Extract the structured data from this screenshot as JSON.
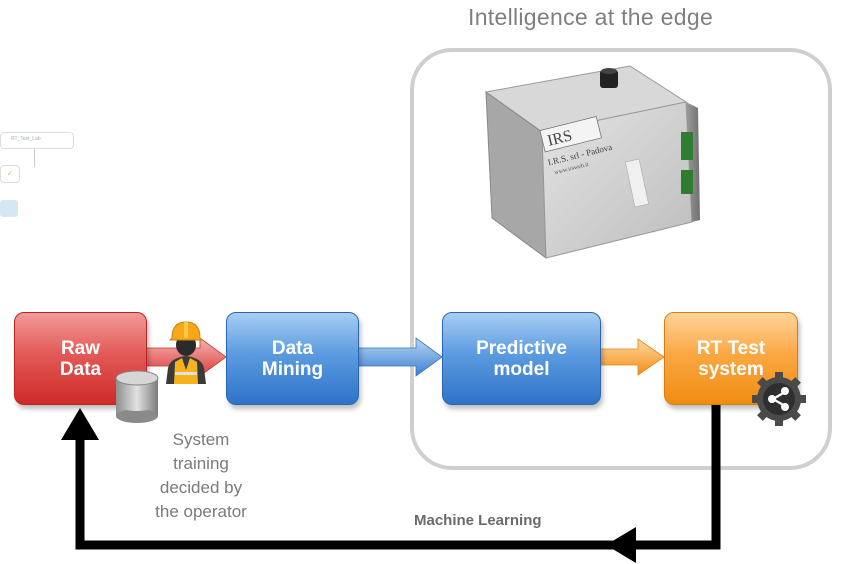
{
  "header": {
    "edge_title": "Intelligence at the edge"
  },
  "flow": {
    "raw_data": "Raw\nData",
    "data_mining": "Data\nMining",
    "predictive_model": "Predictive\nmodel",
    "rt_test": "RT Test\nsystem"
  },
  "caption": "System\ntraining\ndecided by\nthe operator",
  "loop_label": "Machine Learning",
  "device": {
    "brand": "IRS",
    "line1": "I.R.S. srl - Padova",
    "line2": "www.irsweb.it"
  },
  "faded_node": {
    "label": "RT_Test_Lab"
  },
  "colors": {
    "raw": "#dc4643",
    "mining": "#4a8fdc",
    "model": "#4a8fdc",
    "rt": "#f7a13a",
    "loop": "#000000",
    "frame": "#cfcfcf"
  },
  "icons": {
    "operator": "construction-worker-icon",
    "database": "database-icon",
    "share": "share-gear-icon"
  }
}
